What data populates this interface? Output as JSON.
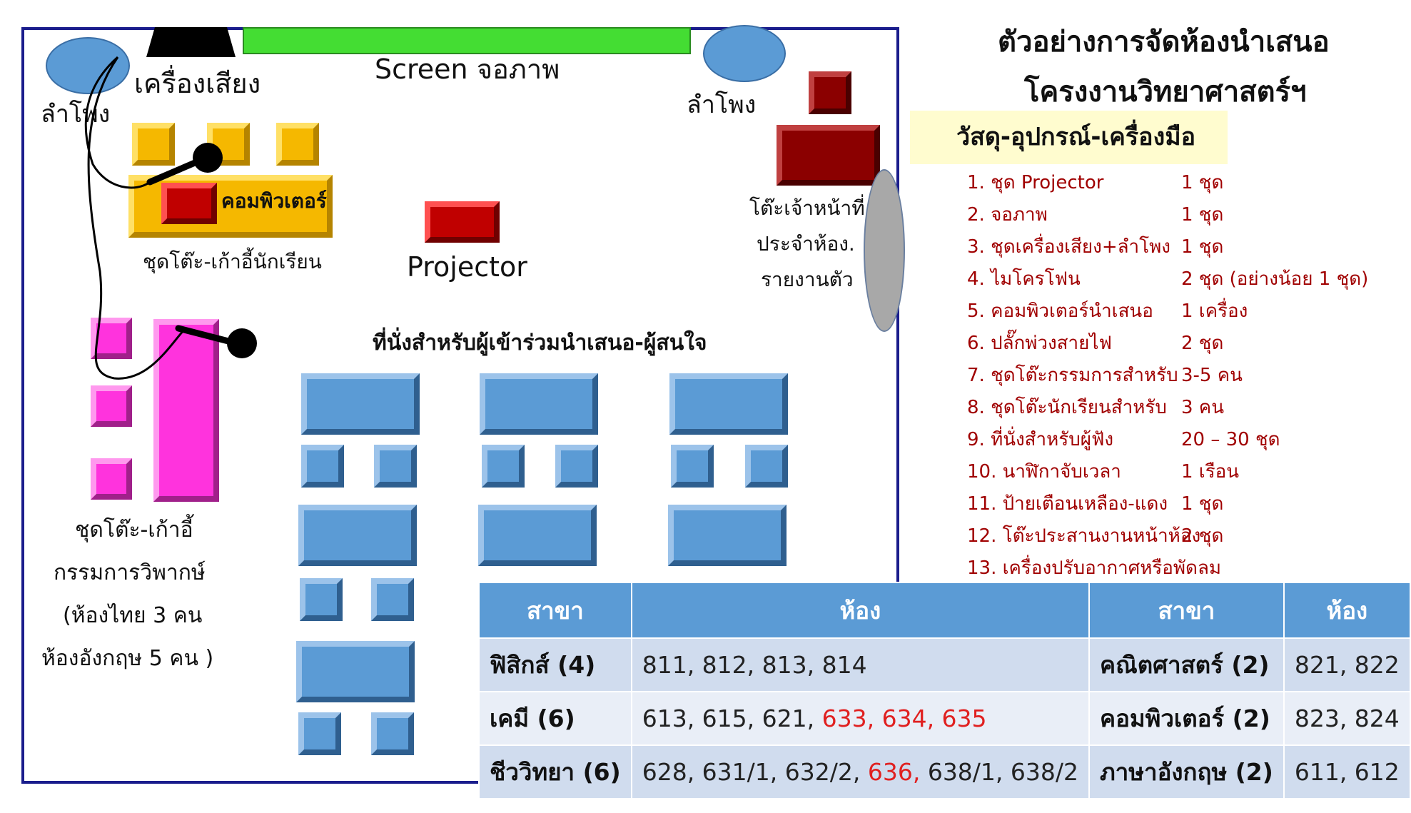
{
  "header": {
    "title_line1": "ตัวอย่างการจัดห้องนำเสนอ",
    "title_line2": "โครงงานวิทยาศาสตร์ฯ"
  },
  "room": {
    "screen_label": "Screen จอภาพ",
    "sound_label": "เครื่องเสียง",
    "speaker_left_label": "ลำโพง",
    "speaker_right_label": "ลำโพง",
    "computer_label": "คอมพิวเตอร์",
    "student_desk_label": "ชุดโต๊ะ-เก้าอี้นักเรียน",
    "projector_label": "Projector",
    "staff_desk_label": [
      "โต๊ะเจ้าหน้าที่",
      "ประจำห้อง.",
      "รายงานตัว"
    ],
    "audience_label": "ที่นั่งสำหรับผู้เข้าร่วมนำเสนอ-ผู้สนใจ",
    "committee_label": [
      "ชุดโต๊ะ-เก้าอี้",
      "กรรมการวิพากษ์",
      "(ห้องไทย 3 คน",
      "ห้องอังกฤษ 5 คน )"
    ]
  },
  "equipment": {
    "heading": "วัสดุ-อุปกรณ์-เครื่องมือ",
    "items": [
      {
        "name": "1. ชุด Projector",
        "qty": "1 ชุด"
      },
      {
        "name": "2. จอภาพ",
        "qty": "1 ชุด"
      },
      {
        "name": "3. ชุดเครื่องเสียง+ลำโพง",
        "qty": "1 ชุด"
      },
      {
        "name": "4. ไมโครโฟน",
        "qty": "2 ชุด (อย่างน้อย 1 ชุด)"
      },
      {
        "name": "5. คอมพิวเตอร์นำเสนอ",
        "qty": "1 เครื่อง"
      },
      {
        "name": "6. ปลั๊กพ่วงสายไฟ",
        "qty": "2 ชุด"
      },
      {
        "name": "7. ชุดโต๊ะกรรมการสำหรับ",
        "qty": "3-5 คน"
      },
      {
        "name": "8. ชุดโต๊ะนักเรียนสำหรับ",
        "qty": "3 คน"
      },
      {
        "name": "9. ที่นั่งสำหรับผู้ฟัง",
        "qty": "20 – 30 ชุด"
      },
      {
        "name": "10. นาฬิกาจับเวลา",
        "qty": "1 เรือน"
      },
      {
        "name": "11. ป้ายเตือนเหลือง-แดง",
        "qty": "1 ชุด"
      },
      {
        "name": "12. โต๊ะประสานงานหน้าห้อง",
        "qty": "2 ชุด"
      },
      {
        "name": "13. เครื่องปรับอากาศหรือพัดลม",
        "qty": ""
      }
    ]
  },
  "room_table": {
    "headers": [
      "สาขา",
      "ห้อง",
      "สาขา",
      "ห้อง"
    ],
    "rows": [
      {
        "subject1": "ฟิสิกส์ (4)",
        "rooms1_a": "811, 812, 813, 814",
        "rooms1_b": "",
        "rooms1_c": "",
        "subject2": "คณิตศาสตร์ (2)",
        "rooms2": "821, 822"
      },
      {
        "subject1": "เคมี (6)",
        "rooms1_a": "613, 615, 621, ",
        "rooms1_b": "633, 634, 635",
        "rooms1_c": "",
        "subject2": "คอมพิวเตอร์ (2)",
        "rooms2": "823, 824"
      },
      {
        "subject1": "ชีววิทยา (6)",
        "rooms1_a": "628, 631/1, 632/2, ",
        "rooms1_b": "636,",
        "rooms1_c": " 638/1, 638/2",
        "subject2": "ภาษาอังกฤษ (2)",
        "rooms2": "611, 612"
      }
    ],
    "highlight_color": "#e02020"
  },
  "colors": {
    "room_border": "#1a1d8c",
    "screen": "#44dd33",
    "table_header": "#5b9bd5",
    "equipment_text": "#a00000"
  }
}
